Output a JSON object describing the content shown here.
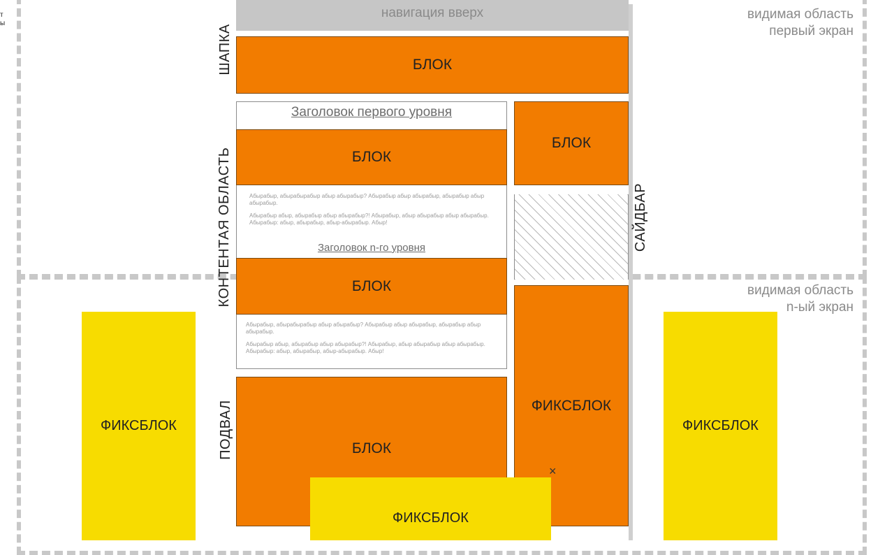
{
  "viewports": {
    "first": {
      "line1": "видимая область",
      "line2": "первый экран"
    },
    "nth": {
      "line1": "видимая область",
      "line2": "n-ый экран"
    }
  },
  "labels": {
    "header": "ШАПКА",
    "content": "КОНТЕНТАЯ ОБЛАСТЬ",
    "footer": "ПОДВАЛ",
    "sidebar": "САЙДБАР"
  },
  "nav_up": "навигация вверх",
  "blocks": {
    "header": "БЛОК",
    "content1": "БЛОК",
    "content2": "БЛОК",
    "sidebar": "БЛОК",
    "footer": "БЛОК"
  },
  "fixblocks": {
    "sidebar": "ФИКСБЛОК",
    "left": "ФИКСБЛОК",
    "right": "ФИКСБЛОК",
    "bottom": "ФИКСБЛОК"
  },
  "headings": {
    "h1": "Заголовок первого уровня",
    "hn": "Заголовок n-го уровня"
  },
  "paragraphs": {
    "p1a": "Абырабыр, абырабырабыр абыр абырабыр? Абырабыр абыр абырабыр, абырабыр абыр абырабыр.",
    "p1b": "Абырабыр абыр, абырабыр абыр абырабыр?! Абырабыр, абыр абырабыр абыр абырабыр. Абырабыр: абыр, абырабыр, абыр-абырабыр. Абыр!",
    "p2a": "Абырабыр, абырабырабыр абыр абырабыр? Абырабыр абыр абырабыр, абырабыр абыр абырабыр.",
    "p2b": "Абырабыр абыр, абырабыр абыр абырабыр?! Абырабыр, абыр абырабыр абыр абырабыр. Абырабыр: абыр, абырабыр, абыр-абырабыр. Абыр!"
  },
  "close_icon": "×",
  "stray_text": {
    "line1": "т",
    "line2": "ы"
  },
  "colors": {
    "block": "#f27c00",
    "fixblock": "#f7dc00",
    "nav": "#c6c6c6",
    "frame": "#c8c8c8"
  }
}
